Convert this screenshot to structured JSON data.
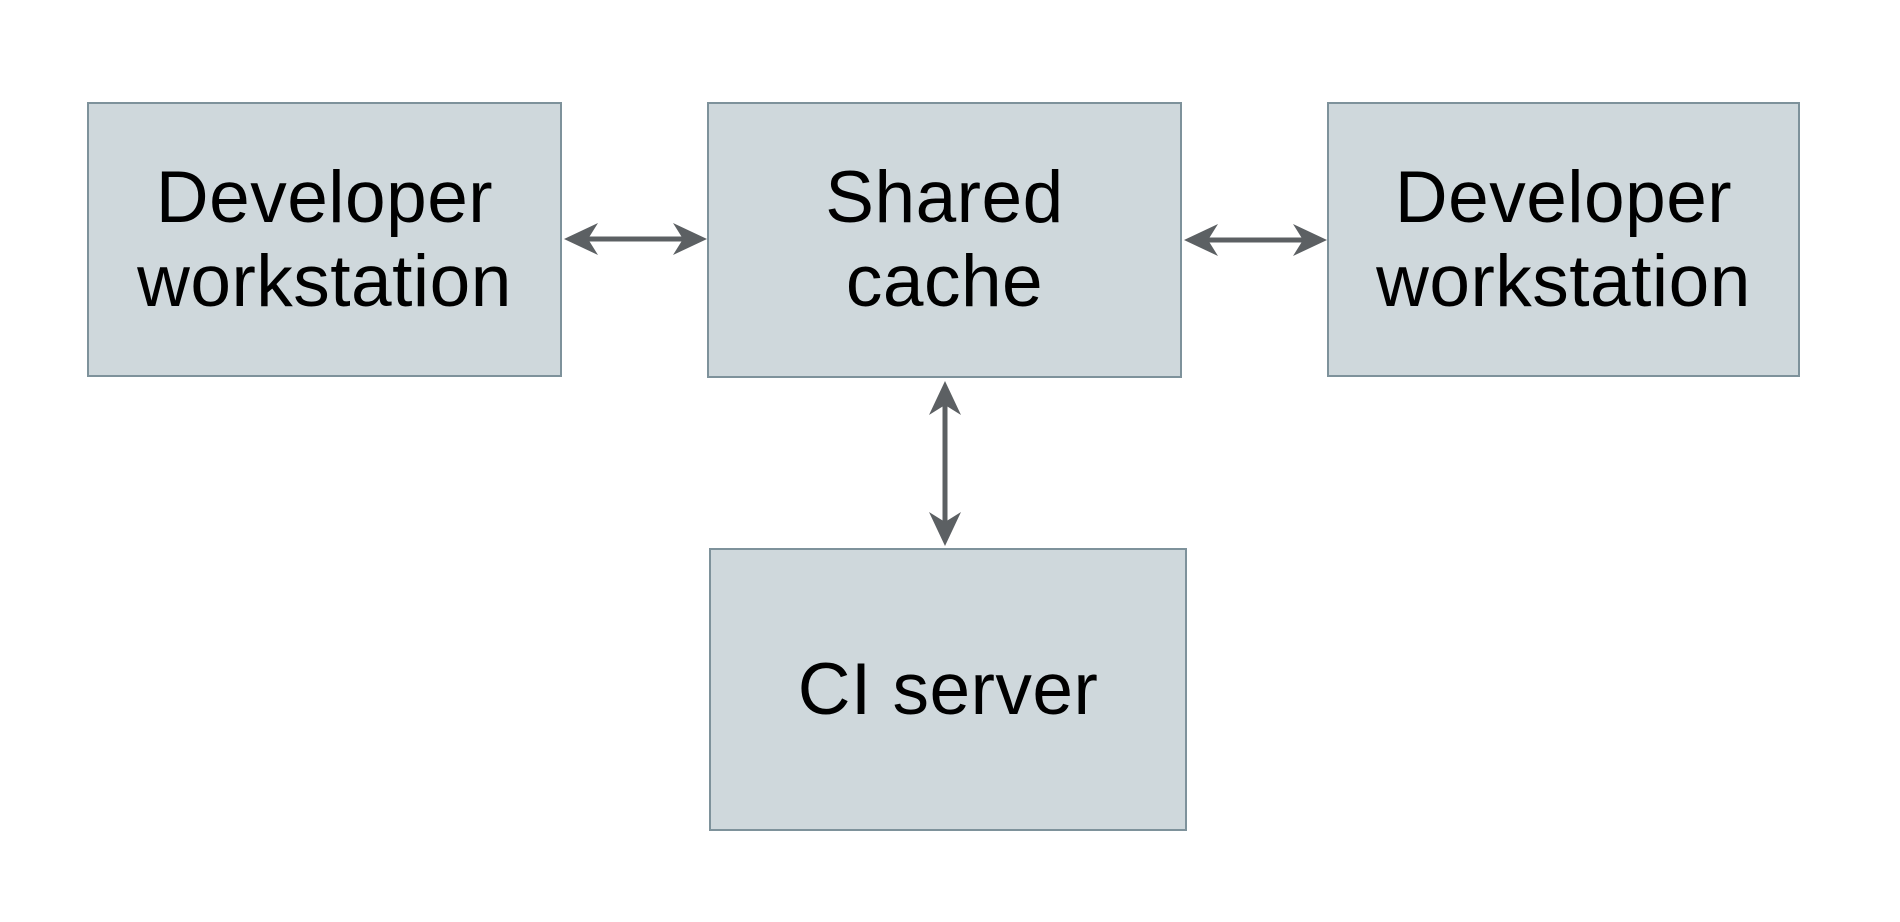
{
  "diagram": {
    "type": "architecture-diagram",
    "colors": {
      "background": "#ffffff",
      "node_fill": "#cfd8dc",
      "node_border": "#7e929b",
      "arrow_color": "#5c6063",
      "text_color": "#000000"
    },
    "nodes": [
      {
        "id": "developer-workstation-left",
        "label": "Developer workstation",
        "lines": [
          "Developer",
          "workstation"
        ]
      },
      {
        "id": "shared-cache",
        "label": "Shared cache",
        "lines": [
          "Shared",
          "cache"
        ]
      },
      {
        "id": "developer-workstation-right",
        "label": "Developer workstation",
        "lines": [
          "Developer",
          "workstation"
        ]
      },
      {
        "id": "ci-server",
        "label": "CI server",
        "lines": [
          "CI server"
        ]
      }
    ],
    "edges": [
      {
        "from": "developer-workstation-left",
        "to": "shared-cache",
        "direction": "bidirectional"
      },
      {
        "from": "shared-cache",
        "to": "developer-workstation-right",
        "direction": "bidirectional"
      },
      {
        "from": "shared-cache",
        "to": "ci-server",
        "direction": "bidirectional"
      }
    ]
  }
}
